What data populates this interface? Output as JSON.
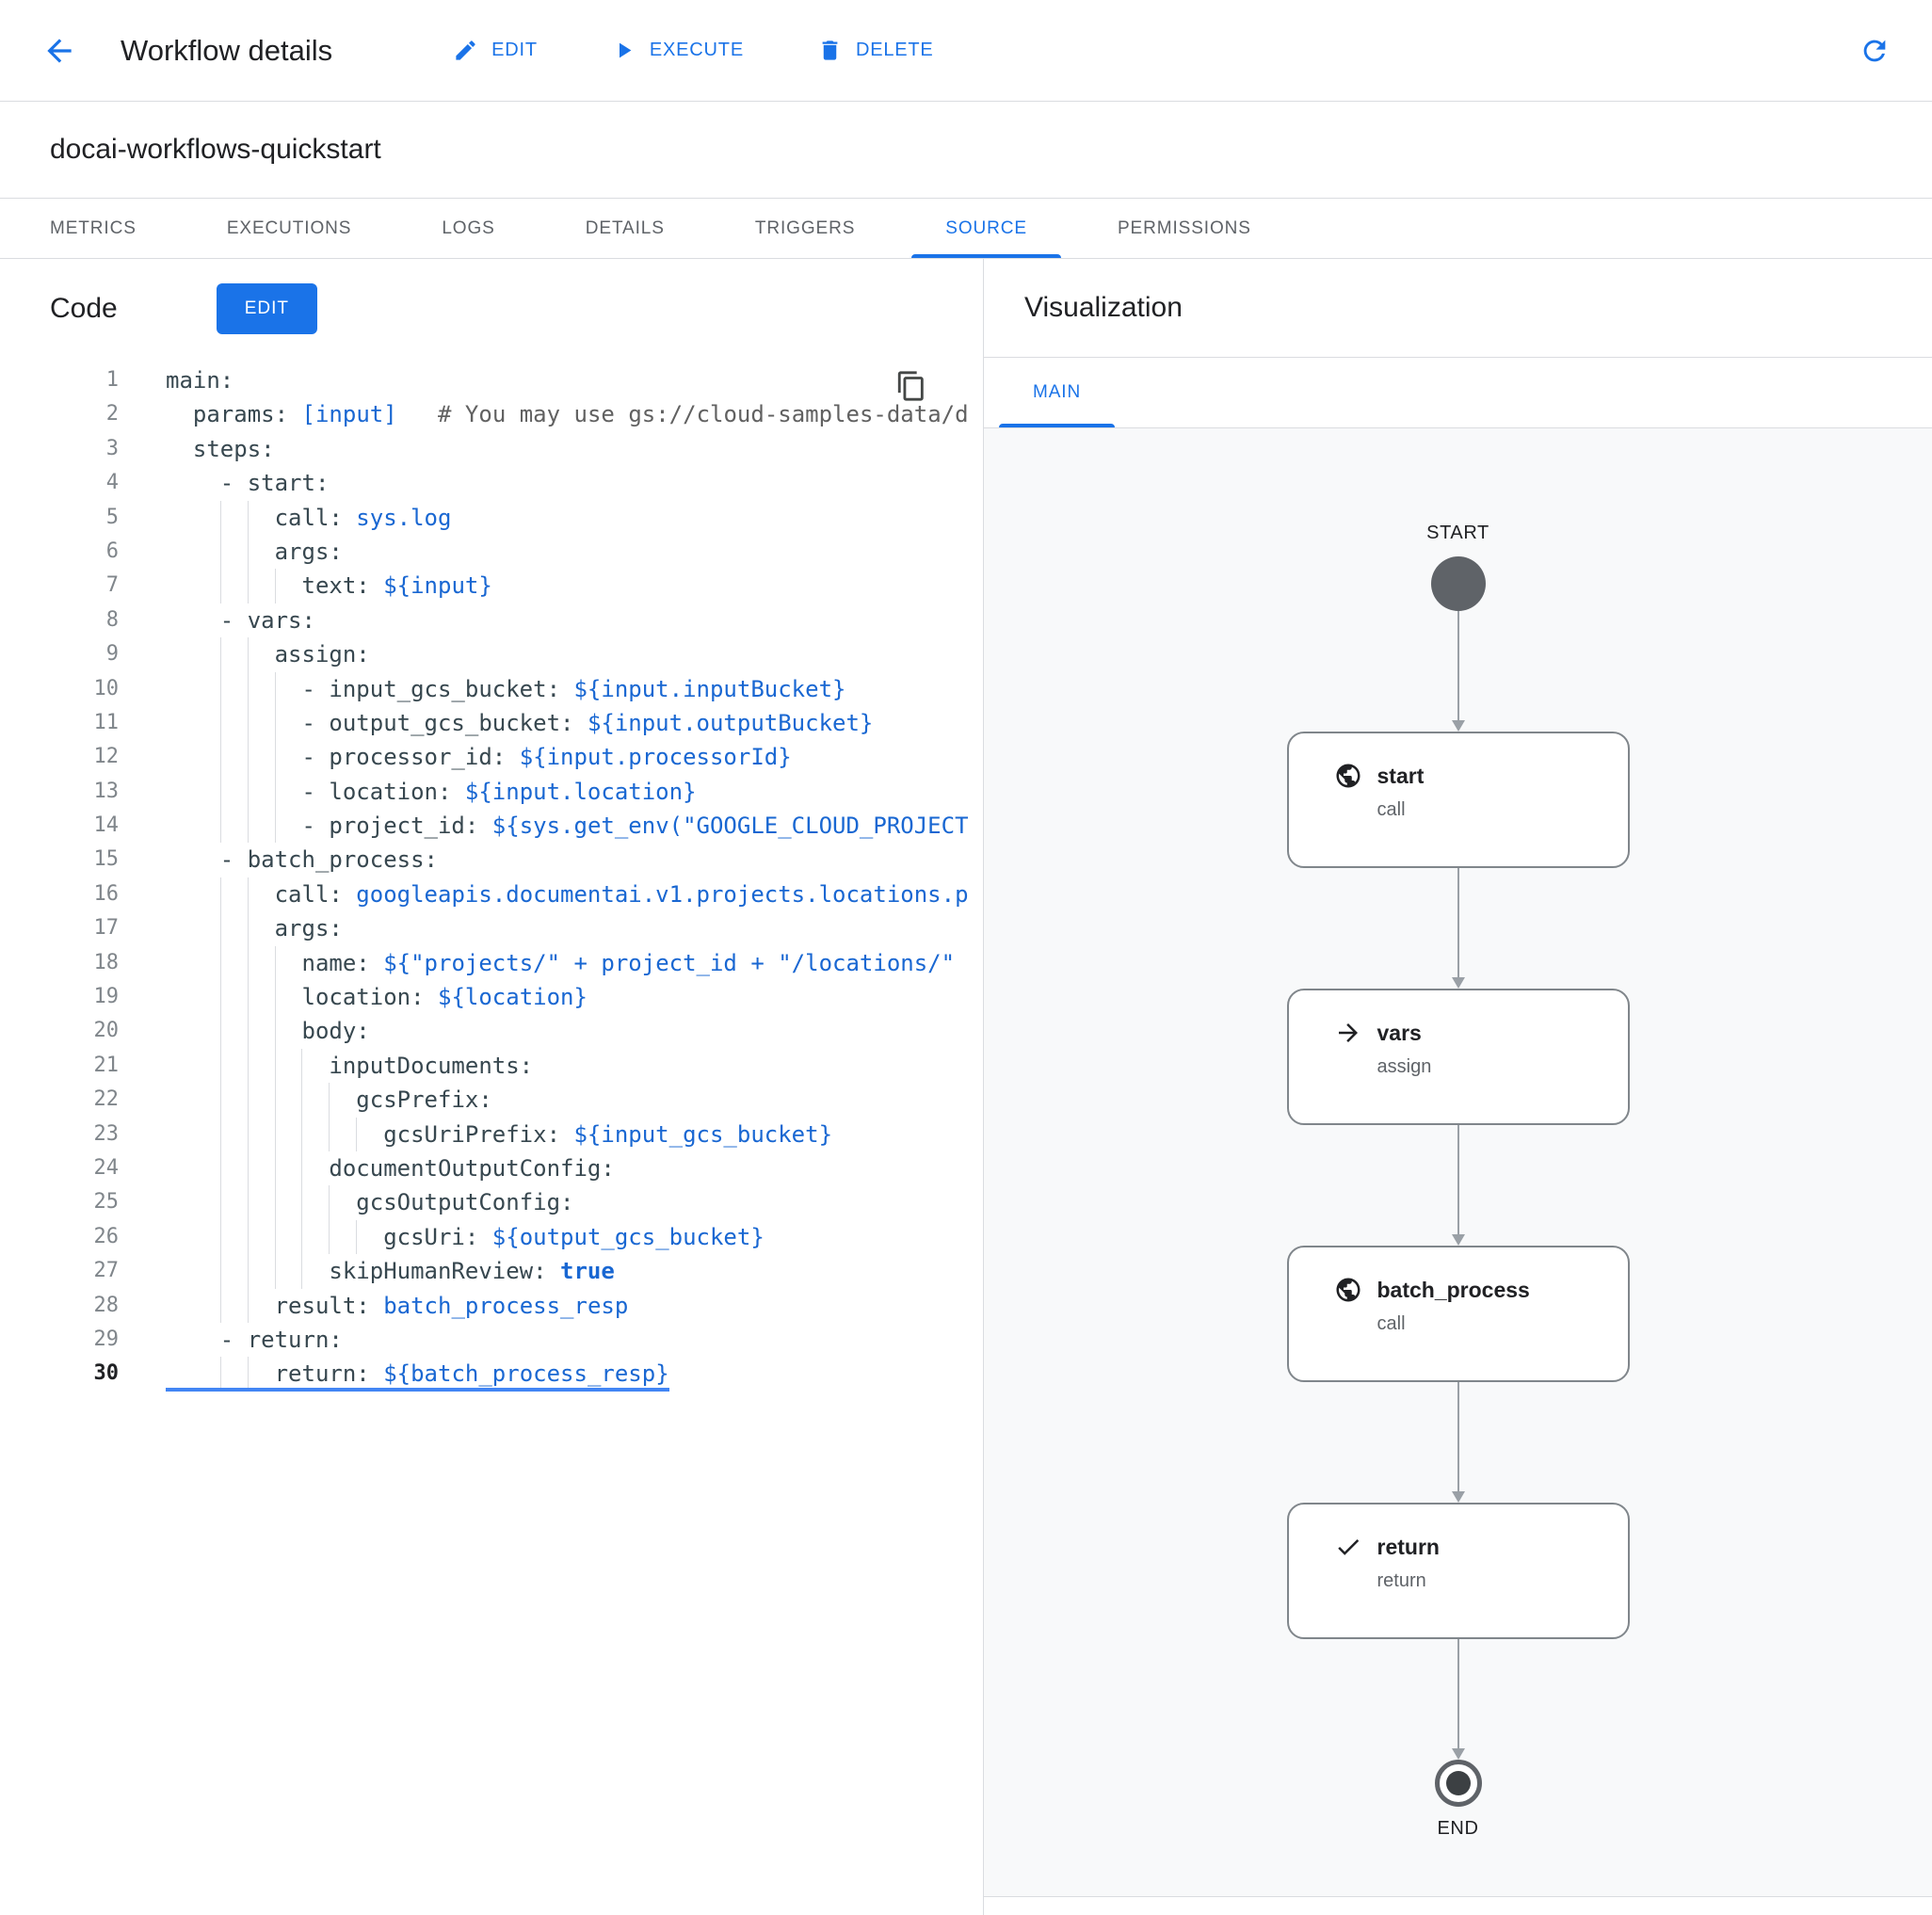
{
  "header": {
    "title": "Workflow details",
    "actions": [
      {
        "label": "EDIT",
        "icon": "pencil-icon"
      },
      {
        "label": "EXECUTE",
        "icon": "play-icon"
      },
      {
        "label": "DELETE",
        "icon": "trash-icon"
      }
    ]
  },
  "workflow_name": "docai-workflows-quickstart",
  "tabs": [
    {
      "label": "METRICS",
      "active": false
    },
    {
      "label": "EXECUTIONS",
      "active": false
    },
    {
      "label": "LOGS",
      "active": false
    },
    {
      "label": "DETAILS",
      "active": false
    },
    {
      "label": "TRIGGERS",
      "active": false
    },
    {
      "label": "SOURCE",
      "active": true
    },
    {
      "label": "PERMISSIONS",
      "active": false
    }
  ],
  "code_panel": {
    "title": "Code",
    "edit_button_label": "EDIT",
    "lines": [
      {
        "n": 1,
        "s": [
          {
            "c": "k",
            "t": "main:"
          }
        ]
      },
      {
        "n": 2,
        "s": [
          {
            "c": "p",
            "t": "  "
          },
          {
            "c": "k",
            "t": "params:"
          },
          {
            "c": "p",
            "t": " "
          },
          {
            "c": "v",
            "t": "[input]"
          },
          {
            "c": "p",
            "t": "   "
          },
          {
            "c": "c",
            "t": "# You may use gs://cloud-samples-data/d"
          }
        ]
      },
      {
        "n": 3,
        "s": [
          {
            "c": "p",
            "t": "  "
          },
          {
            "c": "k",
            "t": "steps:"
          }
        ]
      },
      {
        "n": 4,
        "s": [
          {
            "c": "p",
            "t": "    - "
          },
          {
            "c": "k",
            "t": "start:"
          }
        ]
      },
      {
        "n": 5,
        "s": [
          {
            "c": "p",
            "t": "        "
          },
          {
            "c": "k",
            "t": "call:"
          },
          {
            "c": "p",
            "t": " "
          },
          {
            "c": "v",
            "t": "sys.log"
          }
        ]
      },
      {
        "n": 6,
        "s": [
          {
            "c": "p",
            "t": "        "
          },
          {
            "c": "k",
            "t": "args:"
          }
        ]
      },
      {
        "n": 7,
        "s": [
          {
            "c": "p",
            "t": "          "
          },
          {
            "c": "k",
            "t": "text:"
          },
          {
            "c": "p",
            "t": " "
          },
          {
            "c": "v",
            "t": "${input}"
          }
        ]
      },
      {
        "n": 8,
        "s": [
          {
            "c": "p",
            "t": "    - "
          },
          {
            "c": "k",
            "t": "vars:"
          }
        ]
      },
      {
        "n": 9,
        "s": [
          {
            "c": "p",
            "t": "        "
          },
          {
            "c": "k",
            "t": "assign:"
          }
        ]
      },
      {
        "n": 10,
        "s": [
          {
            "c": "p",
            "t": "          - "
          },
          {
            "c": "k",
            "t": "input_gcs_bucket:"
          },
          {
            "c": "p",
            "t": " "
          },
          {
            "c": "v",
            "t": "${input.inputBucket}"
          }
        ]
      },
      {
        "n": 11,
        "s": [
          {
            "c": "p",
            "t": "          - "
          },
          {
            "c": "k",
            "t": "output_gcs_bucket:"
          },
          {
            "c": "p",
            "t": " "
          },
          {
            "c": "v",
            "t": "${input.outputBucket}"
          }
        ]
      },
      {
        "n": 12,
        "s": [
          {
            "c": "p",
            "t": "          - "
          },
          {
            "c": "k",
            "t": "processor_id:"
          },
          {
            "c": "p",
            "t": " "
          },
          {
            "c": "v",
            "t": "${input.processorId}"
          }
        ]
      },
      {
        "n": 13,
        "s": [
          {
            "c": "p",
            "t": "          - "
          },
          {
            "c": "k",
            "t": "location:"
          },
          {
            "c": "p",
            "t": " "
          },
          {
            "c": "v",
            "t": "${input.location}"
          }
        ]
      },
      {
        "n": 14,
        "s": [
          {
            "c": "p",
            "t": "          - "
          },
          {
            "c": "k",
            "t": "project_id:"
          },
          {
            "c": "p",
            "t": " "
          },
          {
            "c": "v",
            "t": "${sys.get_env(\"GOOGLE_CLOUD_PROJECT"
          }
        ]
      },
      {
        "n": 15,
        "s": [
          {
            "c": "p",
            "t": "    - "
          },
          {
            "c": "k",
            "t": "batch_process:"
          }
        ]
      },
      {
        "n": 16,
        "s": [
          {
            "c": "p",
            "t": "        "
          },
          {
            "c": "k",
            "t": "call:"
          },
          {
            "c": "p",
            "t": " "
          },
          {
            "c": "v",
            "t": "googleapis.documentai.v1.projects.locations.p"
          }
        ]
      },
      {
        "n": 17,
        "s": [
          {
            "c": "p",
            "t": "        "
          },
          {
            "c": "k",
            "t": "args:"
          }
        ]
      },
      {
        "n": 18,
        "s": [
          {
            "c": "p",
            "t": "          "
          },
          {
            "c": "k",
            "t": "name:"
          },
          {
            "c": "p",
            "t": " "
          },
          {
            "c": "v",
            "t": "${\"projects/\" + project_id + \"/locations/\""
          }
        ]
      },
      {
        "n": 19,
        "s": [
          {
            "c": "p",
            "t": "          "
          },
          {
            "c": "k",
            "t": "location:"
          },
          {
            "c": "p",
            "t": " "
          },
          {
            "c": "v",
            "t": "${location}"
          }
        ]
      },
      {
        "n": 20,
        "s": [
          {
            "c": "p",
            "t": "          "
          },
          {
            "c": "k",
            "t": "body:"
          }
        ]
      },
      {
        "n": 21,
        "s": [
          {
            "c": "p",
            "t": "            "
          },
          {
            "c": "k",
            "t": "inputDocuments:"
          }
        ]
      },
      {
        "n": 22,
        "s": [
          {
            "c": "p",
            "t": "              "
          },
          {
            "c": "k",
            "t": "gcsPrefix:"
          }
        ]
      },
      {
        "n": 23,
        "s": [
          {
            "c": "p",
            "t": "                "
          },
          {
            "c": "k",
            "t": "gcsUriPrefix:"
          },
          {
            "c": "p",
            "t": " "
          },
          {
            "c": "v",
            "t": "${input_gcs_bucket}"
          }
        ]
      },
      {
        "n": 24,
        "s": [
          {
            "c": "p",
            "t": "            "
          },
          {
            "c": "k",
            "t": "documentOutputConfig:"
          }
        ]
      },
      {
        "n": 25,
        "s": [
          {
            "c": "p",
            "t": "              "
          },
          {
            "c": "k",
            "t": "gcsOutputConfig:"
          }
        ]
      },
      {
        "n": 26,
        "s": [
          {
            "c": "p",
            "t": "                "
          },
          {
            "c": "k",
            "t": "gcsUri:"
          },
          {
            "c": "p",
            "t": " "
          },
          {
            "c": "v",
            "t": "${output_gcs_bucket}"
          }
        ]
      },
      {
        "n": 27,
        "s": [
          {
            "c": "p",
            "t": "            "
          },
          {
            "c": "k",
            "t": "skipHumanReview:"
          },
          {
            "c": "p",
            "t": " "
          },
          {
            "c": "b",
            "t": "true"
          }
        ]
      },
      {
        "n": 28,
        "s": [
          {
            "c": "p",
            "t": "        "
          },
          {
            "c": "k",
            "t": "result:"
          },
          {
            "c": "p",
            "t": " "
          },
          {
            "c": "v",
            "t": "batch_process_resp"
          }
        ]
      },
      {
        "n": 29,
        "s": [
          {
            "c": "p",
            "t": "    - "
          },
          {
            "c": "k",
            "t": "return:"
          }
        ]
      },
      {
        "n": 30,
        "active": true,
        "s": [
          {
            "c": "p",
            "t": "        "
          },
          {
            "c": "k",
            "t": "return:"
          },
          {
            "c": "p",
            "t": " "
          },
          {
            "c": "v",
            "t": "${batch_process_resp}"
          }
        ]
      }
    ]
  },
  "visualization_panel": {
    "title": "Visualization",
    "tabs": [
      {
        "label": "MAIN",
        "active": true
      }
    ],
    "flow": {
      "start_label": "START",
      "end_label": "END",
      "nodes": [
        {
          "name": "start",
          "subtitle": "call",
          "icon": "globe-icon"
        },
        {
          "name": "vars",
          "subtitle": "assign",
          "icon": "arrow-right-icon"
        },
        {
          "name": "batch_process",
          "subtitle": "call",
          "icon": "globe-icon"
        },
        {
          "name": "return",
          "subtitle": "return",
          "icon": "check-icon"
        }
      ]
    }
  },
  "colors": {
    "accent_blue": "#1a73e8",
    "code_value_blue": "#1967d2",
    "text_primary": "#202124",
    "text_secondary": "#5f6368",
    "border": "#dadce0",
    "canvas_background": "#f8f9fa",
    "node_border": "#80868b",
    "arrow_gray": "#9aa0a6",
    "start_circle": "#5f6368"
  }
}
